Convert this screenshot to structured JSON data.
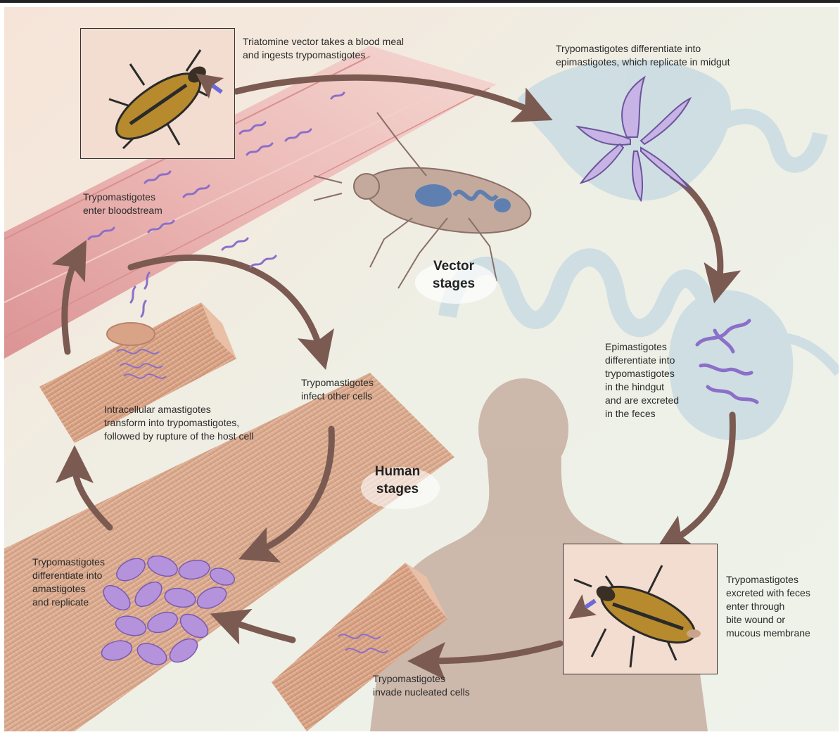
{
  "labels": {
    "blood_meal": [
      "Triatomine vector takes a blood meal",
      "and ingests trypomastigotes"
    ],
    "epi_midgut": [
      "Trypomastigotes differentiate into",
      "epimastigotes, which replicate in midgut"
    ],
    "enter_bloodstream": [
      "Trypomastigotes",
      "enter bloodstream"
    ],
    "hindgut": [
      "Epimastigotes",
      "differentiate into",
      "trypomastigotes",
      "in the hindgut",
      "and are excreted",
      "in the feces"
    ],
    "infect_other": [
      "Trypomastigotes",
      "infect other cells"
    ],
    "rupture": [
      "Intracellular amastigotes",
      "transform into trypomastigotes,",
      "followed by rupture of the host cell"
    ],
    "excreted": [
      "Trypomastigotes",
      "excreted with feces",
      "enter through",
      "bite wound or",
      "mucous membrane"
    ],
    "replicate": [
      "Trypomastigotes",
      "differentiate into",
      "amastigotes",
      "and replicate"
    ],
    "invade": [
      "Trypomastigotes",
      "invade nucleated cells"
    ]
  },
  "stages": {
    "vector": [
      "Vector",
      "stages"
    ],
    "human": [
      "Human",
      "stages"
    ]
  },
  "colors": {
    "arrow": "#7b5a52",
    "parasite": "#8b6fc8",
    "vessel": "#e7a8a6",
    "gut": "#c9dbe2",
    "muscle": "#d9a98c",
    "silhouette": "#c9b1a5"
  }
}
